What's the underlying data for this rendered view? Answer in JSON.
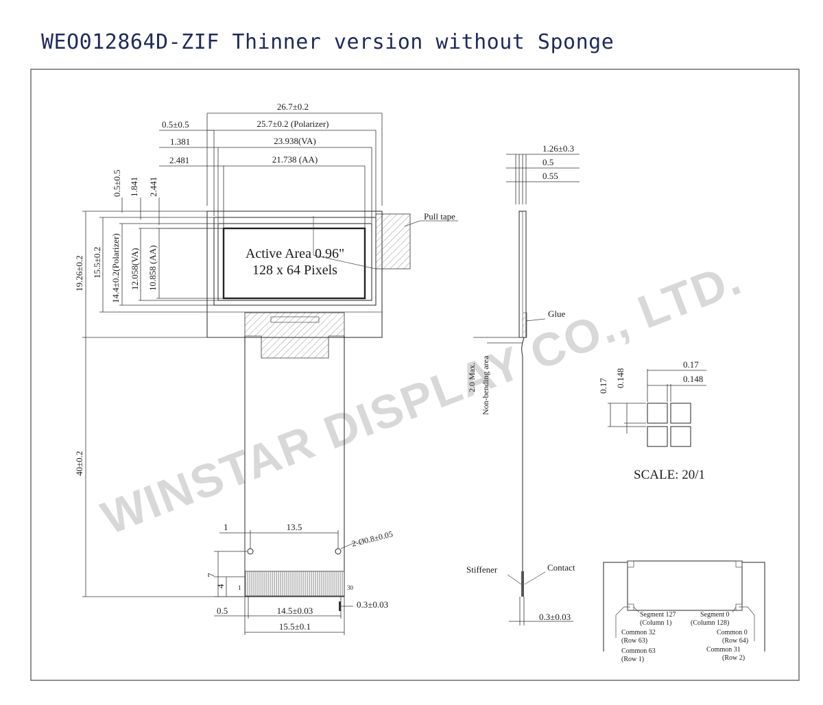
{
  "title": "WEO012864D-ZIF Thinner version without Sponge",
  "watermark": "WINSTAR DISPLAY CO., LTD.",
  "active_area": {
    "line1": "Active Area 0.96\"",
    "line2": "128 x 64 Pixels"
  },
  "top_dims": {
    "overall": "26.7±0.2",
    "polarizer": "25.7±0.2 (Polarizer)",
    "va": "23.938(VA)",
    "aa": "21.738 (AA)",
    "off_1": "0.5±0.5",
    "off_2": "1.381",
    "off_3": "2.481"
  },
  "left_dims": {
    "top_1": "0.5±0.5",
    "top_2": "1.841",
    "top_3": "2.441",
    "h_overall": "19.26±0.2",
    "h_panel": "15.5±0.2",
    "h_polarizer": "14.4±0.2(Polarizer)",
    "h_va": "12.058(VA)",
    "h_aa": "10.858 (AA)",
    "fpc_length": "40±0.2"
  },
  "fpc_dims": {
    "edge": "1",
    "hole_span": "13.5",
    "holes": "2-Ø0.8±0.05",
    "d7": "7",
    "d4": "4",
    "pin_first": "1",
    "pin_last": "30",
    "d05": "0.5",
    "pitch_span": "14.5±0.03",
    "width": "15.5±0.1",
    "thickness": "0.3±0.03"
  },
  "side_view": {
    "t_total": "1.26±0.3",
    "t_1": "0.5",
    "t_2": "0.55",
    "glue": "Glue",
    "pull_tape": "Pull tape",
    "bend_1": "2.0 Max.",
    "bend_2": "Non-bending area",
    "stiffener": "Stiffener",
    "contact": "Contact",
    "fpc_t": "0.3±0.03"
  },
  "pixel_detail": {
    "pitch_w": "0.17",
    "size_w": "0.148",
    "pitch_h": "0.17",
    "size_h": "0.148",
    "scale": "SCALE: 20/1"
  },
  "pixel_map": {
    "seg127": "Segment 127",
    "col1": "(Column 1)",
    "seg0": "Segment 0",
    "col128": "(Column 128)",
    "com32": "Common 32",
    "row63": "(Row 63)",
    "com0": "Common 0",
    "row64": "(Row 64)",
    "com63": "Common 63",
    "row1": "(Row 1)",
    "com31": "Common 31",
    "row2": "(Row 2)"
  }
}
